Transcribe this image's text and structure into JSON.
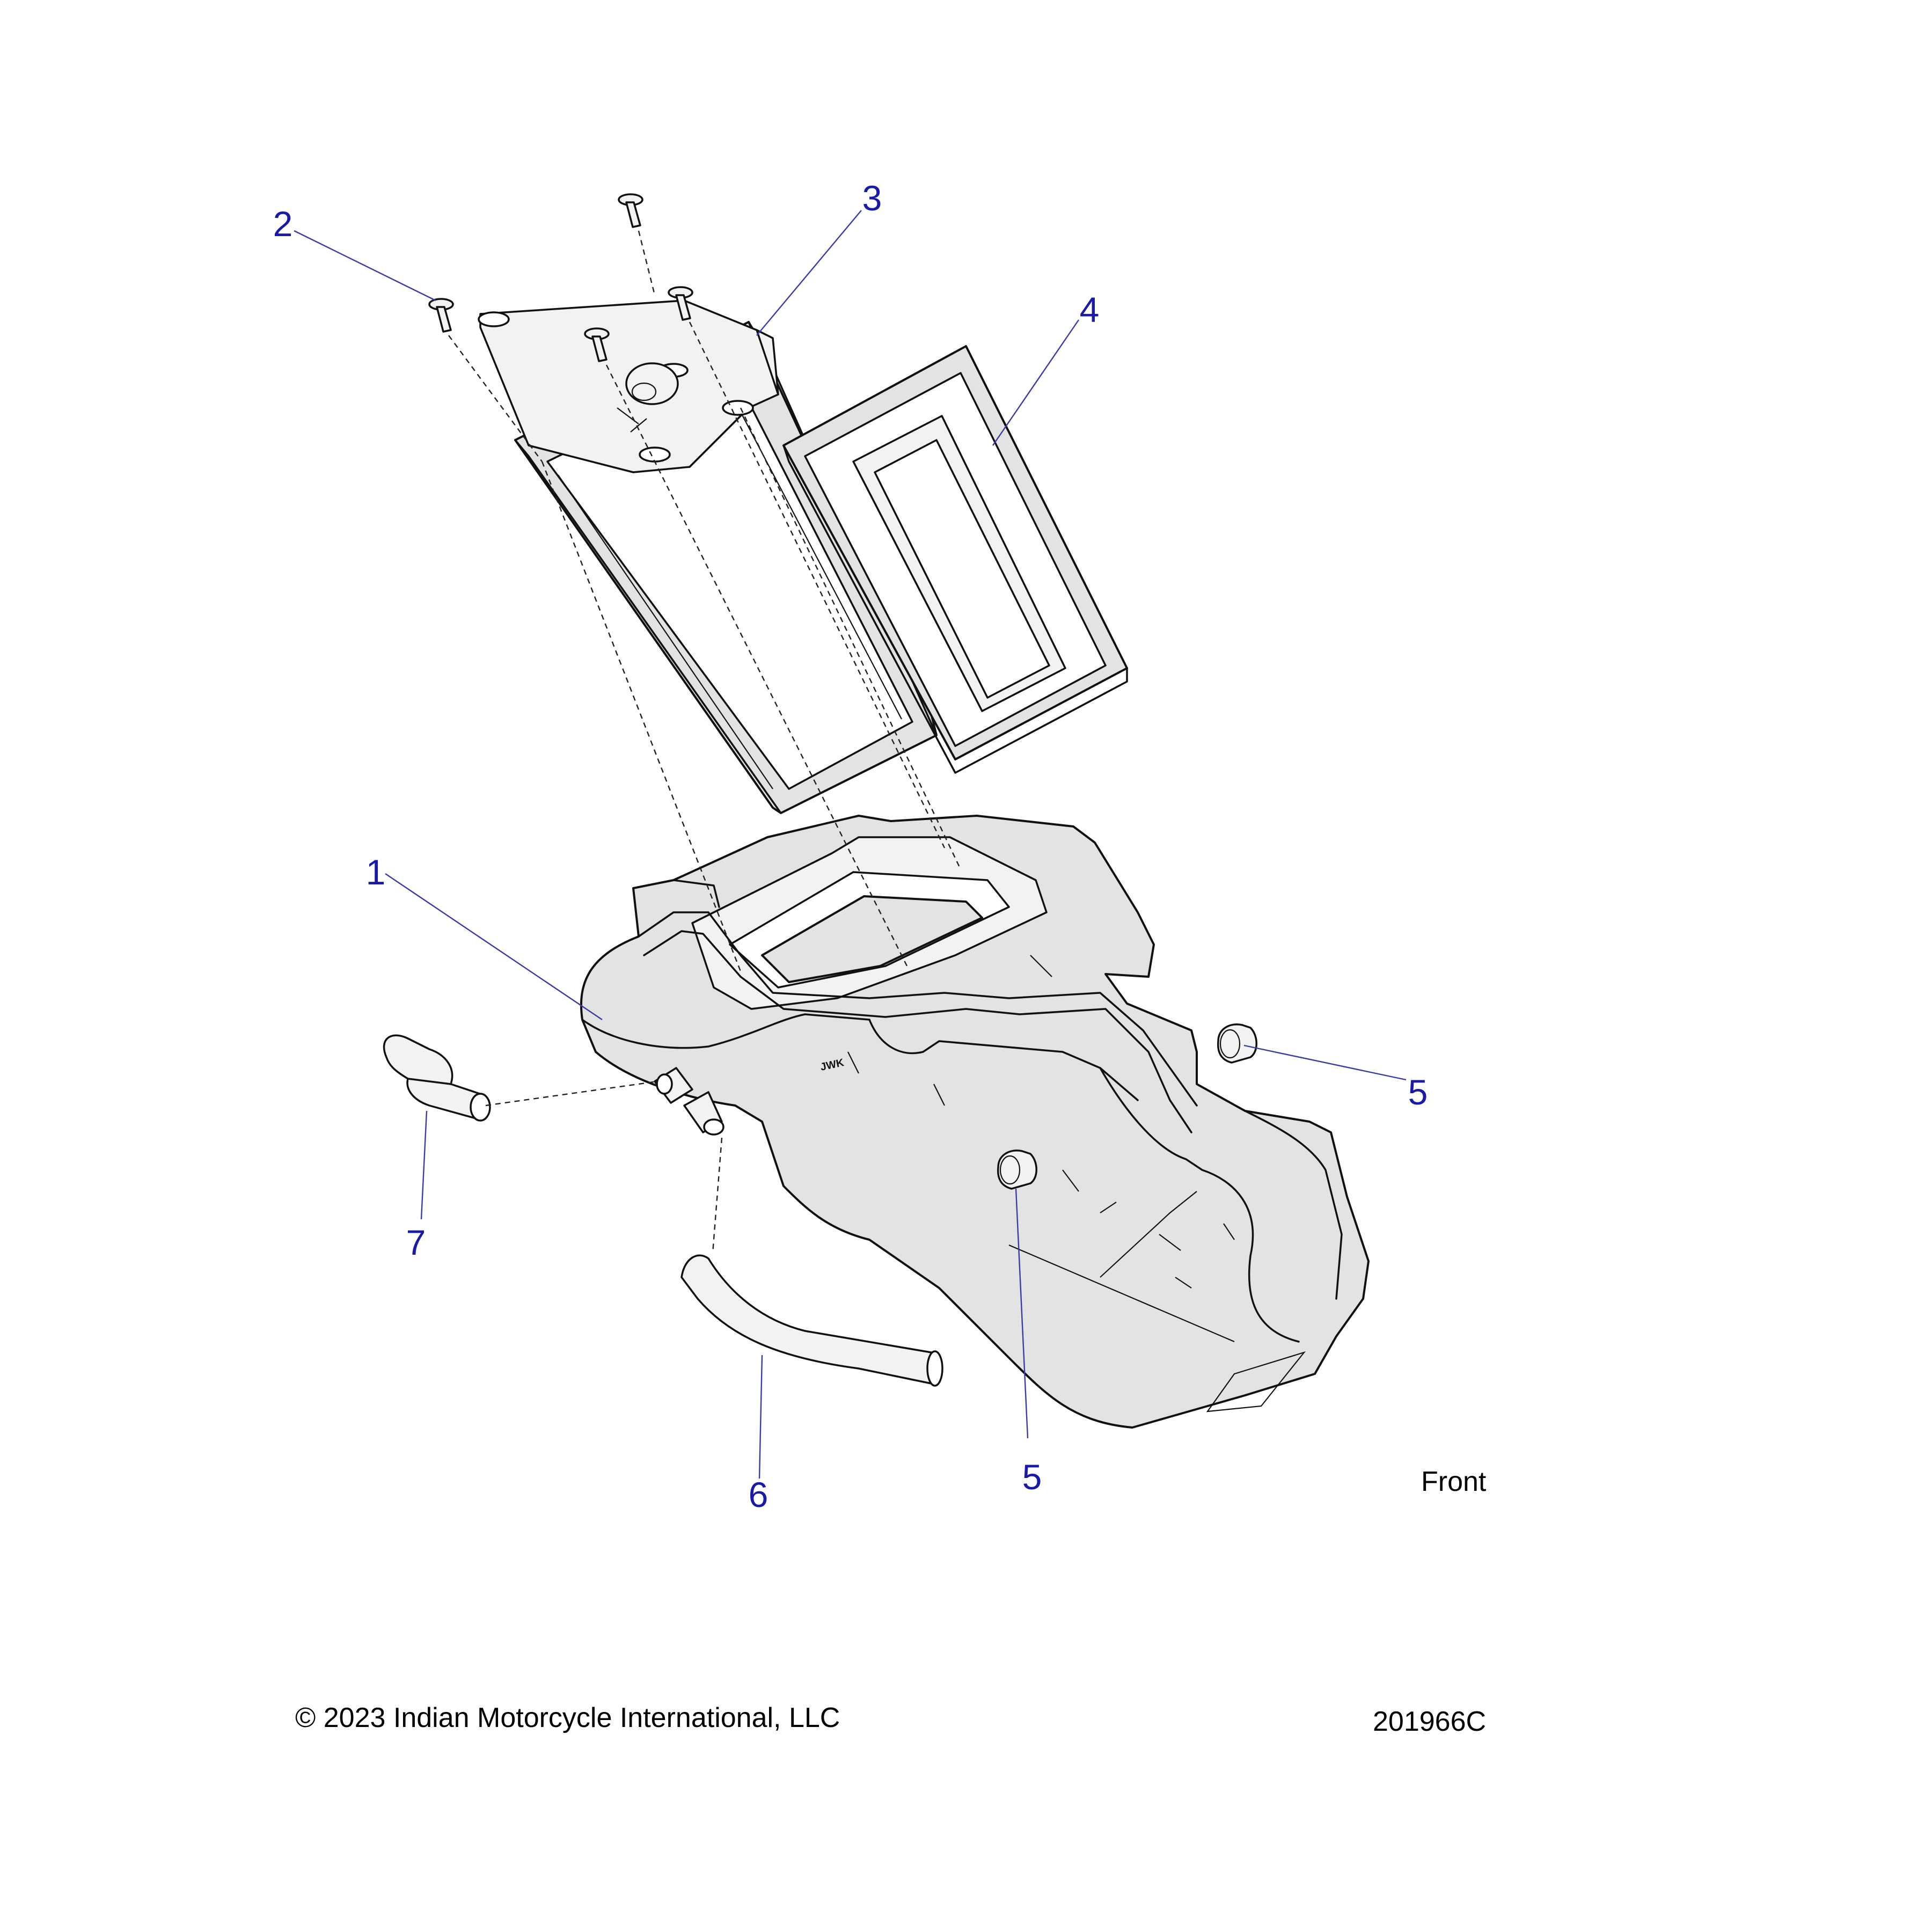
{
  "callouts": [
    {
      "id": "1",
      "label": "1"
    },
    {
      "id": "2",
      "label": "2"
    },
    {
      "id": "3",
      "label": "3"
    },
    {
      "id": "4",
      "label": "4"
    },
    {
      "id": "5a",
      "label": "5"
    },
    {
      "id": "5b",
      "label": "5"
    },
    {
      "id": "6",
      "label": "6"
    },
    {
      "id": "7",
      "label": "7"
    }
  ],
  "direction_label": "Front",
  "copyright": "© 2023 Indian Motorcycle International, LLC",
  "drawing_number": "201966C",
  "colors": {
    "callout": "#1a1aa8",
    "line_art": "#111111",
    "part_fill": "#e3e3e3"
  }
}
